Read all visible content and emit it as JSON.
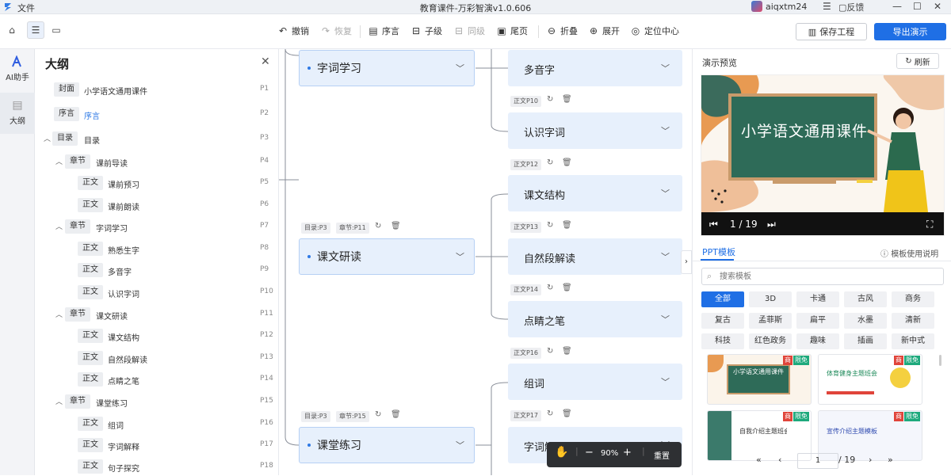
{
  "titlebar": {
    "file_menu": "文件",
    "title": "教育课件-万彩智演v1.0.606",
    "username": "aiqxtm24",
    "feedback": "反馈"
  },
  "toolbar": {
    "undo": "撤销",
    "redo": "恢复",
    "preface": "序言",
    "child": "子级",
    "sibling": "同级",
    "endpage": "尾页",
    "collapse": "折叠",
    "expand": "展开",
    "locate": "定位中心",
    "save": "保存工程",
    "export": "导出演示"
  },
  "rail": {
    "ai": "AI助手",
    "outline": "大纲"
  },
  "outline": {
    "title": "大纲",
    "rows": [
      {
        "tag": "封面",
        "text": "小学语文通用课件",
        "page": "P1"
      },
      {
        "tag": "序言",
        "text": "序言",
        "page": "P2"
      },
      {
        "tag": "目录",
        "text": "目录",
        "page": "P3"
      },
      {
        "tag": "章节",
        "text": "课前导读",
        "page": "P4"
      },
      {
        "tag": "正文",
        "text": "课前预习",
        "page": "P5"
      },
      {
        "tag": "正文",
        "text": "课前朗读",
        "page": "P6"
      },
      {
        "tag": "章节",
        "text": "字词学习",
        "page": "P7"
      },
      {
        "tag": "正文",
        "text": "熟悉生字",
        "page": "P8"
      },
      {
        "tag": "正文",
        "text": "多音字",
        "page": "P9"
      },
      {
        "tag": "正文",
        "text": "认识字词",
        "page": "P10"
      },
      {
        "tag": "章节",
        "text": "课文研读",
        "page": "P11"
      },
      {
        "tag": "正文",
        "text": "课文结构",
        "page": "P12"
      },
      {
        "tag": "正文",
        "text": "自然段解读",
        "page": "P13"
      },
      {
        "tag": "正文",
        "text": "点睛之笔",
        "page": "P14"
      },
      {
        "tag": "章节",
        "text": "课堂练习",
        "page": "P15"
      },
      {
        "tag": "正文",
        "text": "组词",
        "page": "P16"
      },
      {
        "tag": "正文",
        "text": "字词解释",
        "page": "P17"
      },
      {
        "tag": "正文",
        "text": "句子探究",
        "page": "P18"
      }
    ]
  },
  "canvas": {
    "sections": [
      {
        "label": "字词学习"
      },
      {
        "label": "课文研读",
        "chip1": "目录:P3",
        "chip2": "章节:P11"
      },
      {
        "label": "课堂练习",
        "chip1": "目录:P3",
        "chip2": "章节:P15"
      }
    ],
    "children": [
      {
        "label": "多音字"
      },
      {
        "label": "认识字词",
        "chip": "正文P10"
      },
      {
        "label": "课文结构",
        "chip": "正文P12"
      },
      {
        "label": "自然段解读",
        "chip": "正文P13"
      },
      {
        "label": "点睛之笔",
        "chip": "正文P14"
      },
      {
        "label": "组词",
        "chip": "正文P16"
      },
      {
        "label": "字词解释",
        "chip": "正文P17"
      }
    ],
    "zoom": "90%",
    "reset": "重置"
  },
  "preview": {
    "title": "演示预览",
    "refresh": "刷新",
    "slide_title": "小学语文通用课件",
    "page": "1 / 19"
  },
  "templates": {
    "tab": "PPT模板",
    "help": "模板使用说明",
    "search_placeholder": "搜索模板",
    "categories": [
      "全部",
      "3D",
      "卡通",
      "古风",
      "商务",
      "复古",
      "孟菲斯",
      "扁平",
      "水墨",
      "清新",
      "科技",
      "红色政务",
      "趣味",
      "插画",
      "新中式"
    ],
    "thumbs": [
      {
        "title": "小学语文通用课件",
        "b1": "商",
        "b2": "限免"
      },
      {
        "title": "体育健身主题班会",
        "b1": "商",
        "b2": "限免"
      },
      {
        "title": "自我介绍主题班会",
        "b1": "商",
        "b2": "限免"
      },
      {
        "title": "宣传介绍主题模板",
        "b1": "商",
        "b2": "限免"
      }
    ],
    "pager_current": "1",
    "pager_total": "/ 19"
  },
  "colors": {
    "accent": "#1f6fe5",
    "node_bg": "#e7f0fc",
    "board": "#2e6b58"
  }
}
